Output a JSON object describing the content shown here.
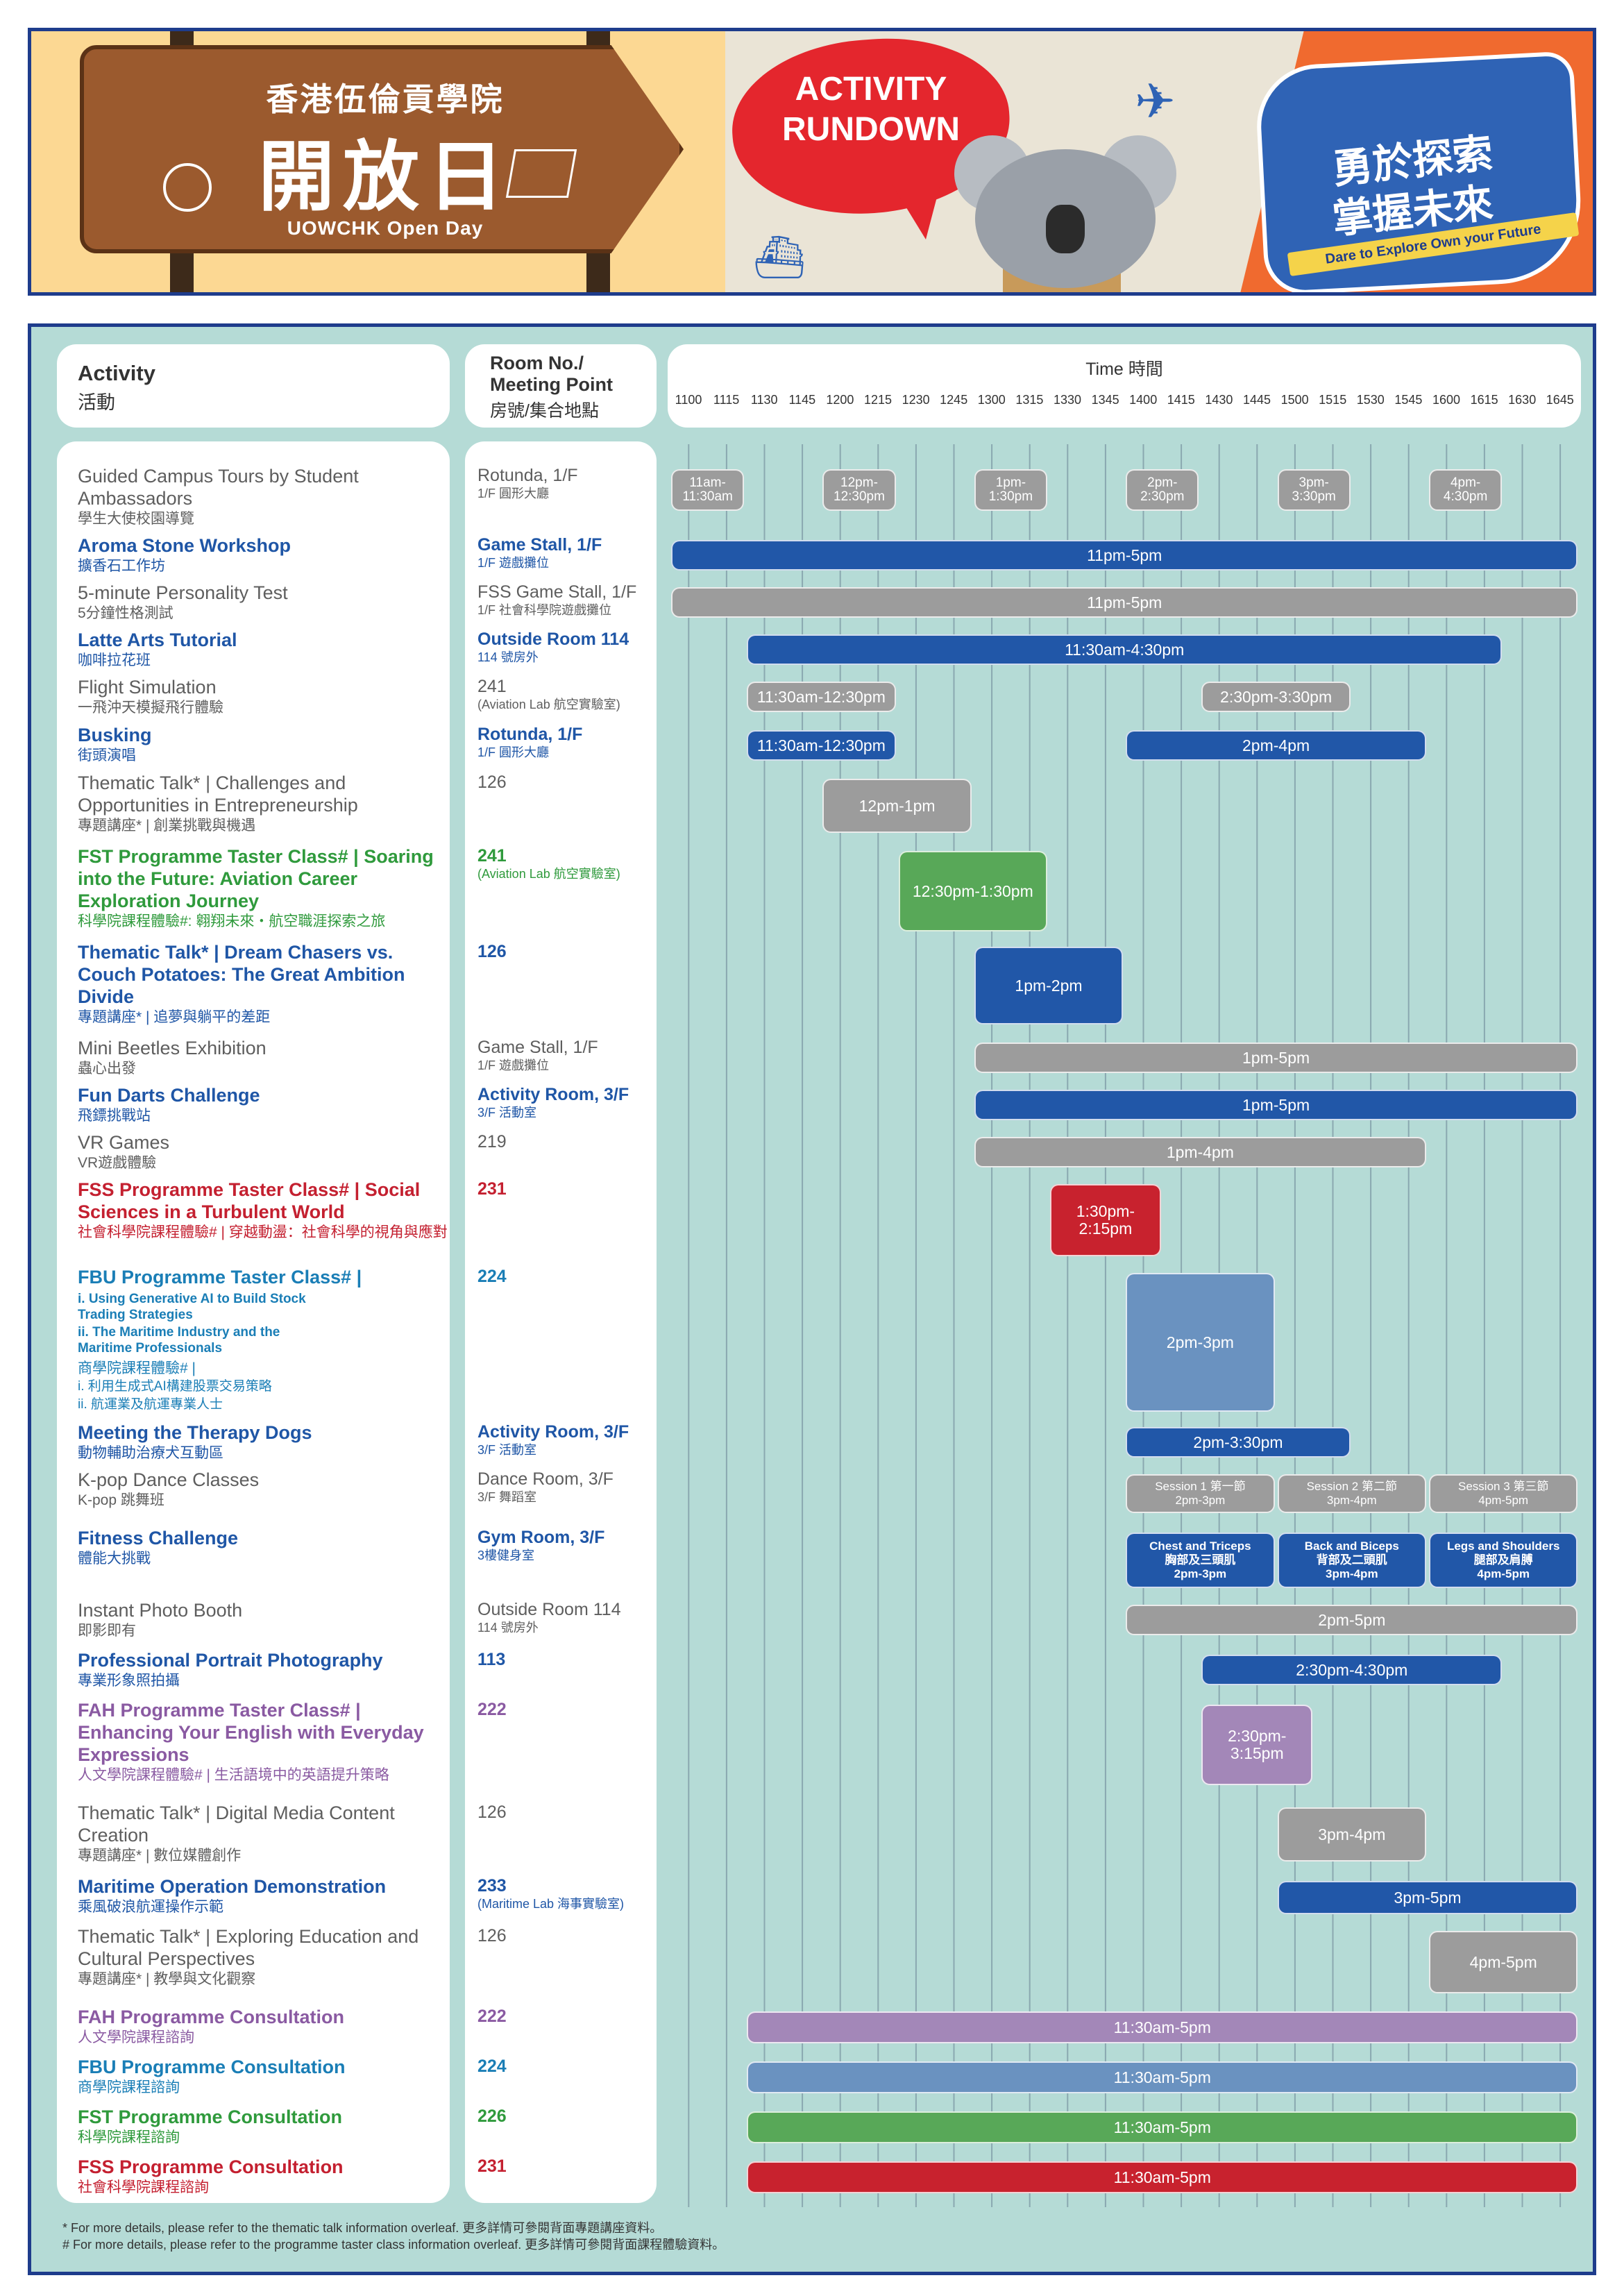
{
  "header": {
    "school_zh": "香港伍倫貢學院",
    "open_day_zh": "開放日",
    "open_day_en": "UOWCHK Open Day",
    "bubble": "ACTIVITY RUNDOWN",
    "slogan_zh_1": "勇於探索",
    "slogan_zh_2": "掌握未來",
    "slogan_en": "Dare to Explore  Own your Future"
  },
  "columns": {
    "activity": "Activity",
    "activity_zh": "活動",
    "room": "Room No./ Meeting Point",
    "room_zh": "房號/集合地點",
    "time": "Time 時間"
  },
  "time_ticks": [
    "1100",
    "1115",
    "1130",
    "1145",
    "1200",
    "1215",
    "1230",
    "1245",
    "1300",
    "1315",
    "1330",
    "1345",
    "1400",
    "1415",
    "1430",
    "1445",
    "1500",
    "1515",
    "1530",
    "1545",
    "1600",
    "1615",
    "1630",
    "1645"
  ],
  "activities": [
    {
      "name": "Guided Campus Tours by Student Ambassadors",
      "zh": "學生大使校園導覽",
      "room": "Rotunda, 1/F",
      "room_zh": "1/F 圓形大廳"
    },
    {
      "name": "Aroma Stone Workshop",
      "zh": "擴香石工作坊",
      "room": "Game Stall, 1/F",
      "room_zh": "1/F 遊戲攤位"
    },
    {
      "name": "5-minute Personality Test",
      "zh": "5分鐘性格測試",
      "room": "FSS Game Stall, 1/F",
      "room_zh": "1/F 社會科學院遊戲攤位"
    },
    {
      "name": "Latte Arts Tutorial",
      "zh": "咖啡拉花班",
      "room": "Outside Room 114",
      "room_zh": "114 號房外"
    },
    {
      "name": "Flight Simulation",
      "zh": "一飛沖天模擬飛行體驗",
      "room": "241",
      "room_zh": "(Aviation Lab 航空實驗室)"
    },
    {
      "name": "Busking",
      "zh": "街頭演唱",
      "room": "Rotunda, 1/F",
      "room_zh": "1/F 圓形大廳"
    },
    {
      "name": "Thematic Talk* | Challenges and Opportunities in Entrepreneurship",
      "zh": "專題講座* | 創業挑戰與機遇",
      "room": "126",
      "room_zh": ""
    },
    {
      "name": "FST Programme Taster Class# | Soaring into the Future: Aviation Career Exploration Journey",
      "zh": "科學院課程體驗#: 翱翔未來・航空職涯探索之旅",
      "room": "241",
      "room_zh": "(Aviation Lab 航空實驗室)"
    },
    {
      "name": "Thematic Talk* | Dream Chasers vs. Couch Potatoes: The Great Ambition Divide",
      "zh": "專題講座* | 追夢與躺平的差距",
      "room": "126",
      "room_zh": ""
    },
    {
      "name": "Mini Beetles Exhibition",
      "zh": "蟲心出發",
      "room": "Game Stall, 1/F",
      "room_zh": "1/F 遊戲攤位"
    },
    {
      "name": "Fun Darts Challenge",
      "zh": "飛鏢挑戰站",
      "room": "Activity Room, 3/F",
      "room_zh": "3/F 活動室"
    },
    {
      "name": "VR Games",
      "zh": "VR遊戲體驗",
      "room": "219",
      "room_zh": ""
    },
    {
      "name": "FSS Programme Taster Class# | Social Sciences in a Turbulent World",
      "zh": "社會科學院課程體驗# | 穿越動盪：社會科學的視角與應對",
      "room": "231",
      "room_zh": ""
    },
    {
      "name": "FBU Programme Taster Class# |",
      "zh": "商學院課程體驗# |",
      "room": "224",
      "room_zh": ""
    },
    {
      "name": "Meeting the Therapy Dogs",
      "zh": "動物輔助治療犬互動區",
      "room": "Activity Room, 3/F",
      "room_zh": "3/F 活動室"
    },
    {
      "name": "K-pop Dance Classes",
      "zh": "K-pop 跳舞班",
      "room": "Dance Room, 3/F",
      "room_zh": "3/F 舞蹈室"
    },
    {
      "name": "Fitness Challenge",
      "zh": "體能大挑戰",
      "room": "Gym Room, 3/F",
      "room_zh": "3樓健身室"
    },
    {
      "name": "Instant Photo Booth",
      "zh": "即影即有",
      "room": "Outside Room 114",
      "room_zh": "114 號房外"
    },
    {
      "name": "Professional Portrait Photography",
      "zh": "專業形象照拍攝",
      "room": "113",
      "room_zh": ""
    },
    {
      "name": "FAH Programme Taster Class# | Enhancing Your English with Everyday Expressions",
      "zh": "人文學院課程體驗# | 生活語境中的英語提升策略",
      "room": "222",
      "room_zh": ""
    },
    {
      "name": "Thematic Talk* |  Digital Media Content Creation",
      "zh": "專題講座* | 數位媒體創作",
      "room": "126",
      "room_zh": ""
    },
    {
      "name": "Maritime Operation Demonstration",
      "zh": "乘風破浪航運操作示範",
      "room": "233",
      "room_zh": "(Maritime Lab 海事實驗室)"
    },
    {
      "name": "Thematic Talk* | Exploring Education and Cultural Perspectives",
      "zh": "專題講座* | 教學與文化觀察",
      "room": "126",
      "room_zh": ""
    },
    {
      "name": "FAH Programme Consultation",
      "zh": "人文學院課程諮詢",
      "room": "222",
      "room_zh": ""
    },
    {
      "name": "FBU Programme Consultation",
      "zh": "商學院課程諮詢",
      "room": "224",
      "room_zh": ""
    },
    {
      "name": "FST Programme Consultation",
      "zh": "科學院課程諮詢",
      "room": "226",
      "room_zh": ""
    },
    {
      "name": "FSS Programme Consultation",
      "zh": "社會科學院課程諮詢",
      "room": "231",
      "room_zh": ""
    }
  ],
  "fbu_sub": {
    "en_1": "i.    Using Generative AI to Build Stock Trading Strategies",
    "en_2": "ii.   The Maritime Industry and the Maritime Professionals",
    "zh_1": "i.    利用生成式AI構建股票交易策略",
    "zh_2": "ii.   航運業及航運專業人士"
  },
  "sessions": [
    {
      "label": "11am-11:30am",
      "start": 1100,
      "end": 1130,
      "color": "grey",
      "row": 0
    },
    {
      "label": "12pm-12:30pm",
      "start": 1200,
      "end": 1230,
      "color": "grey",
      "row": 0
    },
    {
      "label": "1pm-1:30pm",
      "start": 1300,
      "end": 1330,
      "color": "grey",
      "row": 0
    },
    {
      "label": "2pm-2:30pm",
      "start": 1400,
      "end": 1430,
      "color": "grey",
      "row": 0
    },
    {
      "label": "3pm-3:30pm",
      "start": 1500,
      "end": 1530,
      "color": "grey",
      "row": 0
    },
    {
      "label": "4pm-4:30pm",
      "start": 1600,
      "end": 1630,
      "color": "grey",
      "row": 0
    },
    {
      "label": "11pm-5pm",
      "start": 1100,
      "end": 1700,
      "color": "blue",
      "row": 1
    },
    {
      "label": "11pm-5pm",
      "start": 1100,
      "end": 1700,
      "color": "grey",
      "row": 2
    },
    {
      "label": "11:30am-4:30pm",
      "start": 1130,
      "end": 1630,
      "color": "blue",
      "row": 3
    },
    {
      "label": "11:30am-12:30pm",
      "start": 1130,
      "end": 1230,
      "color": "grey",
      "row": 4
    },
    {
      "label": "2:30pm-3:30pm",
      "start": 1430,
      "end": 1530,
      "color": "grey",
      "row": 4
    },
    {
      "label": "11:30am-12:30pm",
      "start": 1130,
      "end": 1230,
      "color": "blue",
      "row": 5
    },
    {
      "label": "2pm-4pm",
      "start": 1400,
      "end": 1600,
      "color": "blue",
      "row": 5
    },
    {
      "label": "12pm-1pm",
      "start": 1200,
      "end": 1300,
      "color": "grey",
      "row": 6
    },
    {
      "label": "12:30pm-1:30pm",
      "start": 1230,
      "end": 1330,
      "color": "green",
      "row": 7
    },
    {
      "label": "1pm-2pm",
      "start": 1300,
      "end": 1400,
      "color": "blue",
      "row": 8
    },
    {
      "label": "1pm-5pm",
      "start": 1300,
      "end": 1700,
      "color": "grey",
      "row": 9
    },
    {
      "label": "1pm-5pm",
      "start": 1300,
      "end": 1700,
      "color": "blue",
      "row": 10
    },
    {
      "label": "1pm-4pm",
      "start": 1300,
      "end": 1600,
      "color": "grey",
      "row": 11
    },
    {
      "label": "1:30pm-2:15pm",
      "start": 1330,
      "end": 1415,
      "color": "red",
      "row": 12
    },
    {
      "label": "2pm-3pm",
      "start": 1400,
      "end": 1500,
      "color": "steel",
      "row": 13
    },
    {
      "label": "2pm-3:30pm",
      "start": 1400,
      "end": 1530,
      "color": "blue",
      "row": 14
    },
    {
      "label": "Session 1  第一節\n2pm-3pm",
      "start": 1400,
      "end": 1500,
      "color": "grey",
      "row": 15
    },
    {
      "label": "Session 2  第二節\n3pm-4pm",
      "start": 1500,
      "end": 1600,
      "color": "grey",
      "row": 15
    },
    {
      "label": "Session 3  第三節\n4pm-5pm",
      "start": 1600,
      "end": 1700,
      "color": "grey",
      "row": 15
    },
    {
      "label": "Chest and Triceps\n胸部及三頭肌\n2pm-3pm",
      "start": 1400,
      "end": 1500,
      "color": "blue",
      "row": 16
    },
    {
      "label": "Back and Biceps\n背部及二頭肌\n3pm-4pm",
      "start": 1500,
      "end": 1600,
      "color": "blue",
      "row": 16
    },
    {
      "label": "Legs and Shoulders\n腿部及肩膊\n4pm-5pm",
      "start": 1600,
      "end": 1700,
      "color": "blue",
      "row": 16
    },
    {
      "label": "2pm-5pm",
      "start": 1400,
      "end": 1700,
      "color": "grey",
      "row": 17
    },
    {
      "label": "2:30pm-4:30pm",
      "start": 1430,
      "end": 1630,
      "color": "blue",
      "row": 18
    },
    {
      "label": "2:30pm-3:15pm",
      "start": 1430,
      "end": 1515,
      "color": "purple",
      "row": 19
    },
    {
      "label": "3pm-4pm",
      "start": 1500,
      "end": 1600,
      "color": "grey",
      "row": 20
    },
    {
      "label": "3pm-5pm",
      "start": 1500,
      "end": 1700,
      "color": "blue",
      "row": 21
    },
    {
      "label": "4pm-5pm",
      "start": 1600,
      "end": 1700,
      "color": "grey",
      "row": 22
    },
    {
      "label": "11:30am-5pm",
      "start": 1130,
      "end": 1700,
      "color": "purple",
      "row": 23
    },
    {
      "label": "11:30am-5pm",
      "start": 1130,
      "end": 1700,
      "color": "steel",
      "row": 24
    },
    {
      "label": "11:30am-5pm",
      "start": 1130,
      "end": 1700,
      "color": "green",
      "row": 25
    },
    {
      "label": "11:30am-5pm",
      "start": 1130,
      "end": 1700,
      "color": "red",
      "row": 26
    }
  ],
  "footnotes": {
    "star": "*   For more details, please refer to the thematic talk information overleaf. 更多詳情可參閱背面專題講座資料。",
    "hash": "#   For more details, please refer to the programme taster class information overleaf.  更多詳情可參閱背面課程體驗資料。"
  },
  "colors": {
    "navy": "#1e3c8c",
    "panel": "#b5dbd6",
    "blue": "#2157a8",
    "grey": "#9c9c9c",
    "green": "#58a858",
    "red": "#c8222e",
    "steel": "#6a92c0",
    "purple": "#a387b8"
  }
}
